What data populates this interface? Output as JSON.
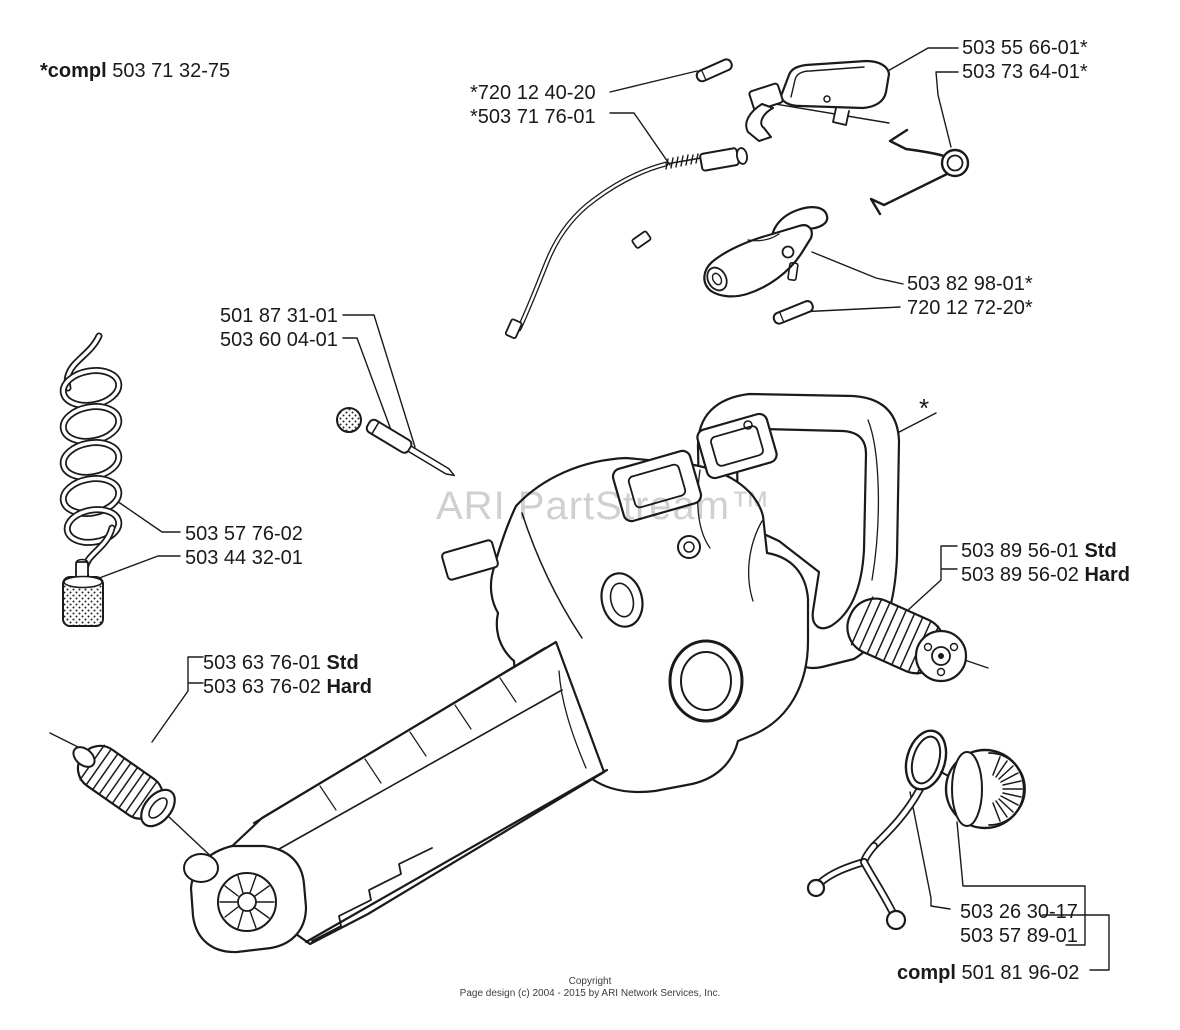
{
  "watermark": "ARI PartStream™",
  "diagram_labels": {
    "compl_top": {
      "bold_prefix": "*compl",
      "part_number": "503 71 32-75"
    },
    "cable_pin": {
      "line1": "*720 12 40-20",
      "line2": "*503 71 76-01"
    },
    "lockout_lever": {
      "line1": "503 55 66-01*",
      "line2": "503 73 64-01*"
    },
    "throttle_trigger": {
      "line1": "503 82 98-01*",
      "line2": "720 12 72-20*"
    },
    "needle_grommet": {
      "line1": "501 87 31-01",
      "line2": "503 60 04-01"
    },
    "fuel_hose_filter": {
      "line1": "503 57 76-02",
      "line2": "503 44 32-01"
    },
    "damper_right": {
      "line1_number": "503 89 56-01",
      "line1_variant": "Std",
      "line2_number": "503 89 56-02",
      "line2_variant": "Hard"
    },
    "damper_left": {
      "line1_number": "503 63 76-01",
      "line1_variant": "Std",
      "line2_number": "503 63 76-02",
      "line2_variant": "Hard"
    },
    "tank_asterisk": "*",
    "fuel_cap_group": {
      "line1": "503 26 30-17",
      "line2": "503 57 89-01"
    },
    "compl_bottom": {
      "bold_prefix": "compl",
      "part_number": "501 81 96-02"
    }
  },
  "footer": {
    "line1": "Copyright",
    "line2": "Page design (c) 2004 - 2015 by ARI Network Services, Inc."
  }
}
